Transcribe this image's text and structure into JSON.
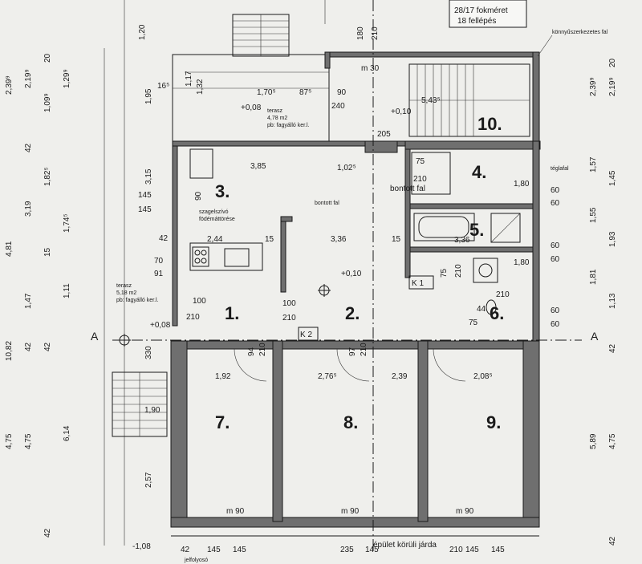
{
  "title_block": {
    "line1": "28/17 fokméret",
    "line2": "18 fellépés"
  },
  "rooms": {
    "r1": "1.",
    "r2": "2.",
    "r3": "3.",
    "r4": "4.",
    "r5": "5.",
    "r6": "6.",
    "r7": "7.",
    "r8": "8.",
    "r9": "9.",
    "r10": "10."
  },
  "notes": {
    "knyv": "könnyűszerkezetes fal",
    "teglafal": "téglafal",
    "bontott1": "bontott fal",
    "bontott2": "bontott fal",
    "szagelszivo1": "szagelszívó",
    "szagelszivo2": "födémáttörése",
    "terasz1_a": "terasz",
    "terasz1_b": "4,78 m2",
    "terasz1_c": "pb: fagyálló ker.l.",
    "terasz2_a": "terasz",
    "terasz2_b": "5,18 m2",
    "terasz2_c": "pb: fagyálló ker.l.",
    "jarda": "épület körüli járda",
    "jelolo": "jelfolyosó",
    "k1": "K 1",
    "k2": "K 2",
    "m30": "m 30",
    "m90a": "m 90",
    "m90b": "m 90",
    "m90c": "m 90",
    "lvl1": "+0,08",
    "lvl2": "+0,10",
    "lvl3": "+0,10",
    "lvl4": "+0,08",
    "lvl5": "-1,08",
    "sectionA1": "A",
    "sectionA2": "A"
  },
  "dims": {
    "top": [
      "1,20",
      "180",
      "210"
    ],
    "left_outer": [
      "2,39⁹",
      "4,81",
      "10,82",
      "4,75"
    ],
    "left_mid": [
      "2,19⁹",
      "42",
      "3,19",
      "1,47",
      "42",
      "4,75"
    ],
    "left_in": [
      "20",
      "1,09⁹",
      "1,82⁵",
      "1,74⁵",
      "15",
      "1,11",
      "42",
      "6,14",
      "42"
    ],
    "left_in2": [
      "1,29⁹"
    ],
    "left_room": [
      "1,95",
      "3,15",
      "145",
      "145",
      "42",
      "70",
      "91",
      "210",
      "+0,08",
      "330",
      "2,57"
    ],
    "inner": [
      "16⁵",
      "1,70⁵",
      "87⁵",
      "90",
      "240",
      "1,32",
      "1,17",
      "5,43⁵",
      "205",
      "3,85",
      "1,02⁵",
      "75",
      "210",
      "90",
      "2,44",
      "15",
      "3,36",
      "15",
      "3,36",
      "100",
      "100",
      "210",
      "94",
      "210",
      "97",
      "210",
      "75",
      "210",
      "44",
      "75",
      "210",
      "1,92",
      "2,76⁵",
      "2,39",
      "2,08⁵",
      "1,90"
    ],
    "right": [
      "2,39⁹",
      "2,19⁹",
      "20",
      "1,57",
      "1,45",
      "1,55",
      "1,93",
      "1,81",
      "1,13",
      "42",
      "5,89",
      "4,75",
      "42",
      "1,80",
      "60",
      "60",
      "1,80",
      "60",
      "60",
      "60",
      "60"
    ],
    "bottom": [
      "42",
      "145",
      "145",
      "235",
      "145",
      "210",
      "145",
      "145"
    ]
  }
}
